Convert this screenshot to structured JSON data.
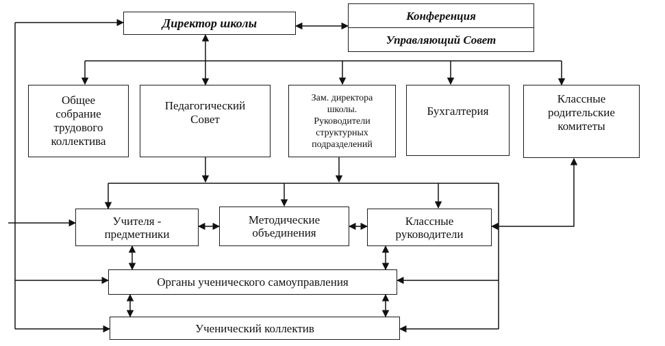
{
  "diagram": {
    "director": "Директор школы",
    "conference": "Конференция",
    "council": "Управляющий Совет",
    "general_meeting": "Общее\nсобрание\nтрудового\nколлектива",
    "ped_council": "Педагогический\nСовет",
    "deputy": "Зам. директора\nшколы.\nРуководители\nструктурных\nподразделений",
    "accounting": "Бухгалтерия",
    "parent_committees": "Классные\nродительские\nкомитеты",
    "subject_teachers": "Учителя -\nпредметники",
    "methodical": "Методические\nобъединения",
    "class_teachers": "Классные\nруководители",
    "student_government": "Органы ученического самоуправления",
    "student_body": "Ученический коллектив"
  }
}
